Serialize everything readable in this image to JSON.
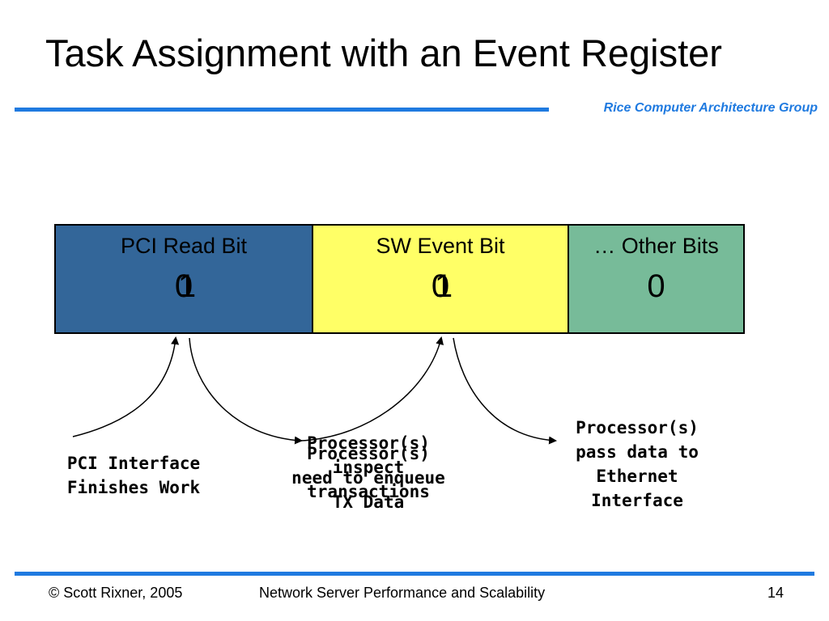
{
  "slide": {
    "title": "Task Assignment with an Event Register",
    "group_label": "Rice Computer Architecture Group"
  },
  "register": {
    "cells": [
      {
        "label": "PCI Read Bit",
        "values": [
          "1",
          "0"
        ],
        "color": "#336699"
      },
      {
        "label": "SW Event Bit",
        "values": [
          "1",
          "0"
        ],
        "color": "#ffff66"
      },
      {
        "label": "… Other Bits",
        "values": [
          "0"
        ],
        "color": "#77bb99"
      }
    ]
  },
  "captions": {
    "pci_finish": [
      "PCI Interface",
      "Finishes Work"
    ],
    "processor_inspect": [
      "Processor(s)",
      "inspect",
      "transactions"
    ],
    "processor_enqueue": [
      "Processor(s)",
      "need to enqueue",
      "TX Data"
    ],
    "processor_pass": [
      "Processor(s)",
      "pass data to",
      "Ethernet",
      "Interface"
    ]
  },
  "footer": {
    "copyright": "© Scott Rixner, 2005",
    "course": "Network Server Performance and Scalability",
    "page_number": "14"
  },
  "colors": {
    "accent": "#1f7ae0",
    "pci_cell": "#336699",
    "sw_cell": "#ffff66",
    "other_cell": "#77bb99"
  }
}
